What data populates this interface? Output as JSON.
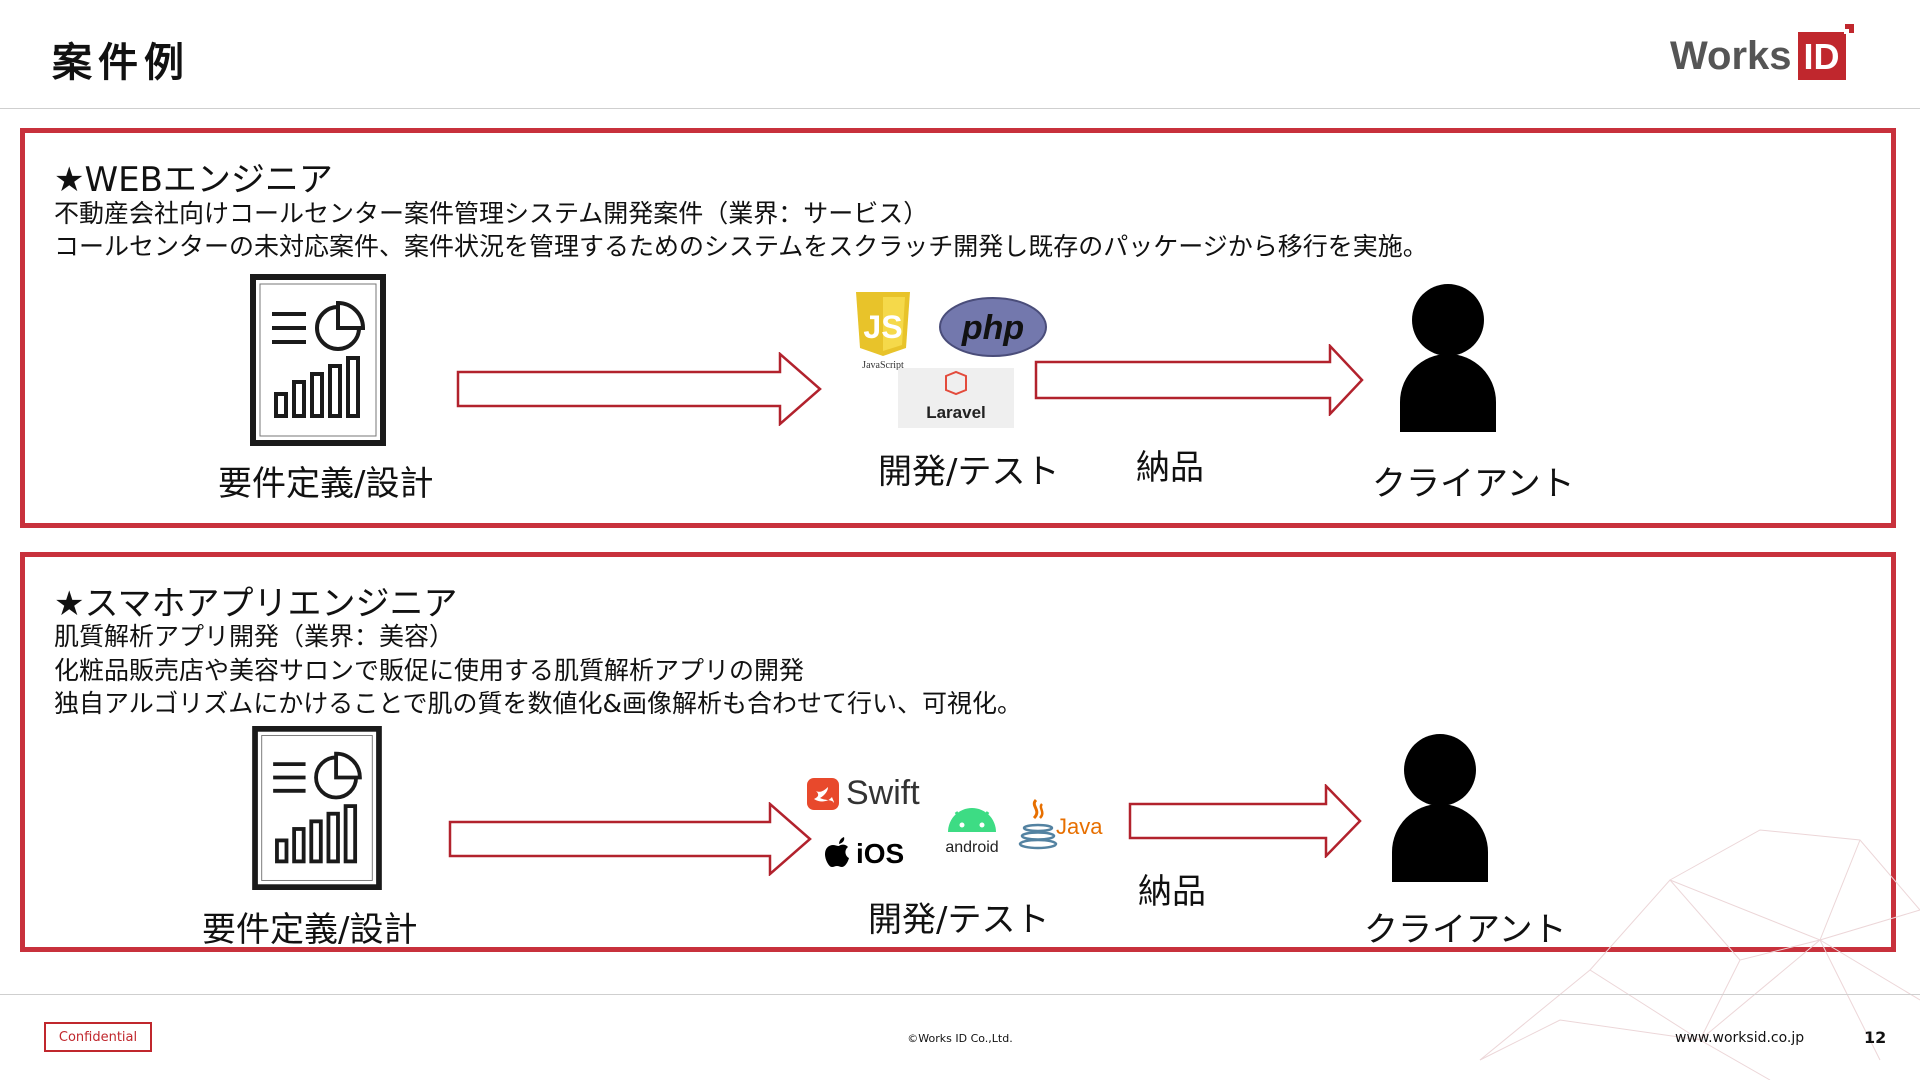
{
  "header": {
    "title": "案件例",
    "logo_text": "Works",
    "logo_mark": "ID"
  },
  "colors": {
    "accent": "#c8313c",
    "brand": "#c0272d",
    "text": "#111111"
  },
  "cases": [
    {
      "heading": "★WEBエンジニア",
      "desc": [
        "不動産会社向けコールセンター案件管理システム開発案件（業界：サービス）",
        "コールセンターの未対応案件、案件状況を管理するためのシステムをスクラッチ開発し既存のパッケージから移行を実施。"
      ],
      "step1": "要件定義/設計",
      "step2": "開発/テスト",
      "step3": "納品",
      "step4": "クライアント",
      "tech": [
        "JavaScript",
        "php",
        "Laravel"
      ]
    },
    {
      "heading": "★スマホアプリエンジニア",
      "desc": [
        "肌質解析アプリ開発（業界：美容）",
        "化粧品販売店や美容サロンで販促に使用する肌質解析アプリの開発",
        "独自アルゴリズムにかけることで肌の質を数値化&画像解析も合わせて行い、可視化。"
      ],
      "step1": "要件定義/設計",
      "step2": "開発/テスト",
      "step3": "納品",
      "step4": "クライアント",
      "tech": [
        "Swift",
        "iOS",
        "android",
        "Java"
      ]
    }
  ],
  "footer": {
    "confidential": "Confidential",
    "copyright": "©Works ID Co.,Ltd.",
    "url": "www.worksid.co.jp",
    "page": "12"
  },
  "icons": [
    "report-chart-icon",
    "right-arrow-icon",
    "person-icon",
    "javascript-logo-icon",
    "php-logo-icon",
    "laravel-logo-icon",
    "swift-logo-icon",
    "apple-logo-icon",
    "android-logo-icon",
    "java-logo-icon"
  ]
}
